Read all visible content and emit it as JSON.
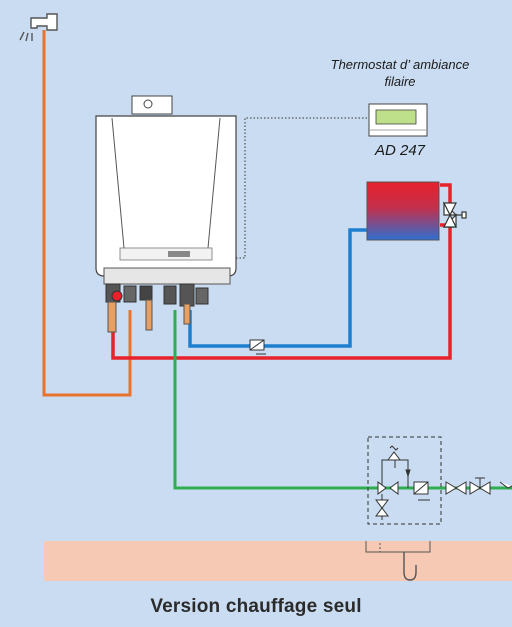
{
  "thermostat": {
    "line1": "Thermostat d’ ambiance",
    "line2": "filaire",
    "model": "AD 247"
  },
  "caption": "Version chauffage seul",
  "colors": {
    "background": "#c9dcf1",
    "hot_water_pipe": "#e8732e",
    "heating_flow": "#e8212b",
    "heating_return": "#1e7fd0",
    "cold_water_pipe": "#2fae4f",
    "ground": "#f5c9b4"
  }
}
